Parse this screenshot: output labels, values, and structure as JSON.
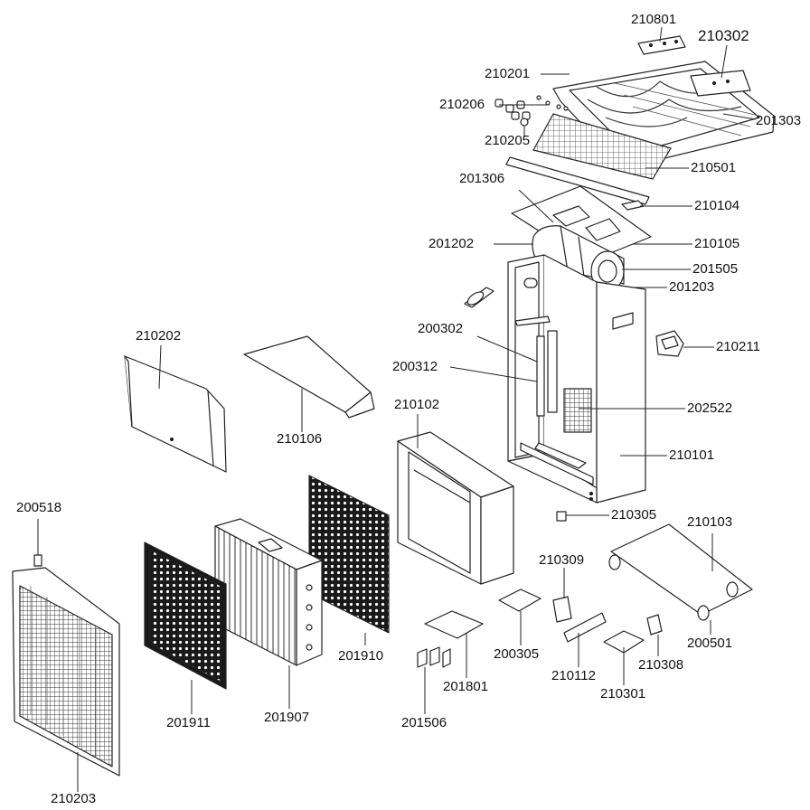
{
  "diagram": {
    "type": "exploded-parts-view",
    "colors": {
      "line": "#222222",
      "fill": "#ffffff",
      "mesh": "#555555",
      "dark_filter": "#1a1a1a"
    },
    "part_numbers": {
      "p210801": "210801",
      "p210302": "210302",
      "p210201": "210201",
      "p210206": "210206",
      "p201303": "201303",
      "p210205": "210205",
      "p210501": "210501",
      "p201306": "201306",
      "p210104": "210104",
      "p201202": "201202",
      "p210105": "210105",
      "p201505": "201505",
      "p201203": "201203",
      "p210202": "210202",
      "p200302": "200302",
      "p210211": "210211",
      "p200312": "200312",
      "p202522": "202522",
      "p210102": "210102",
      "p210106": "210106",
      "p210101": "210101",
      "p200518": "200518",
      "p210305": "210305",
      "p210103": "210103",
      "p210309": "210309",
      "p201910": "201910",
      "p200305": "200305",
      "p200501": "200501",
      "p210308": "210308",
      "p210112": "210112",
      "p201801": "201801",
      "p210301": "210301",
      "p201911": "201911",
      "p201907": "201907",
      "p201506": "201506",
      "p210203": "210203"
    }
  }
}
